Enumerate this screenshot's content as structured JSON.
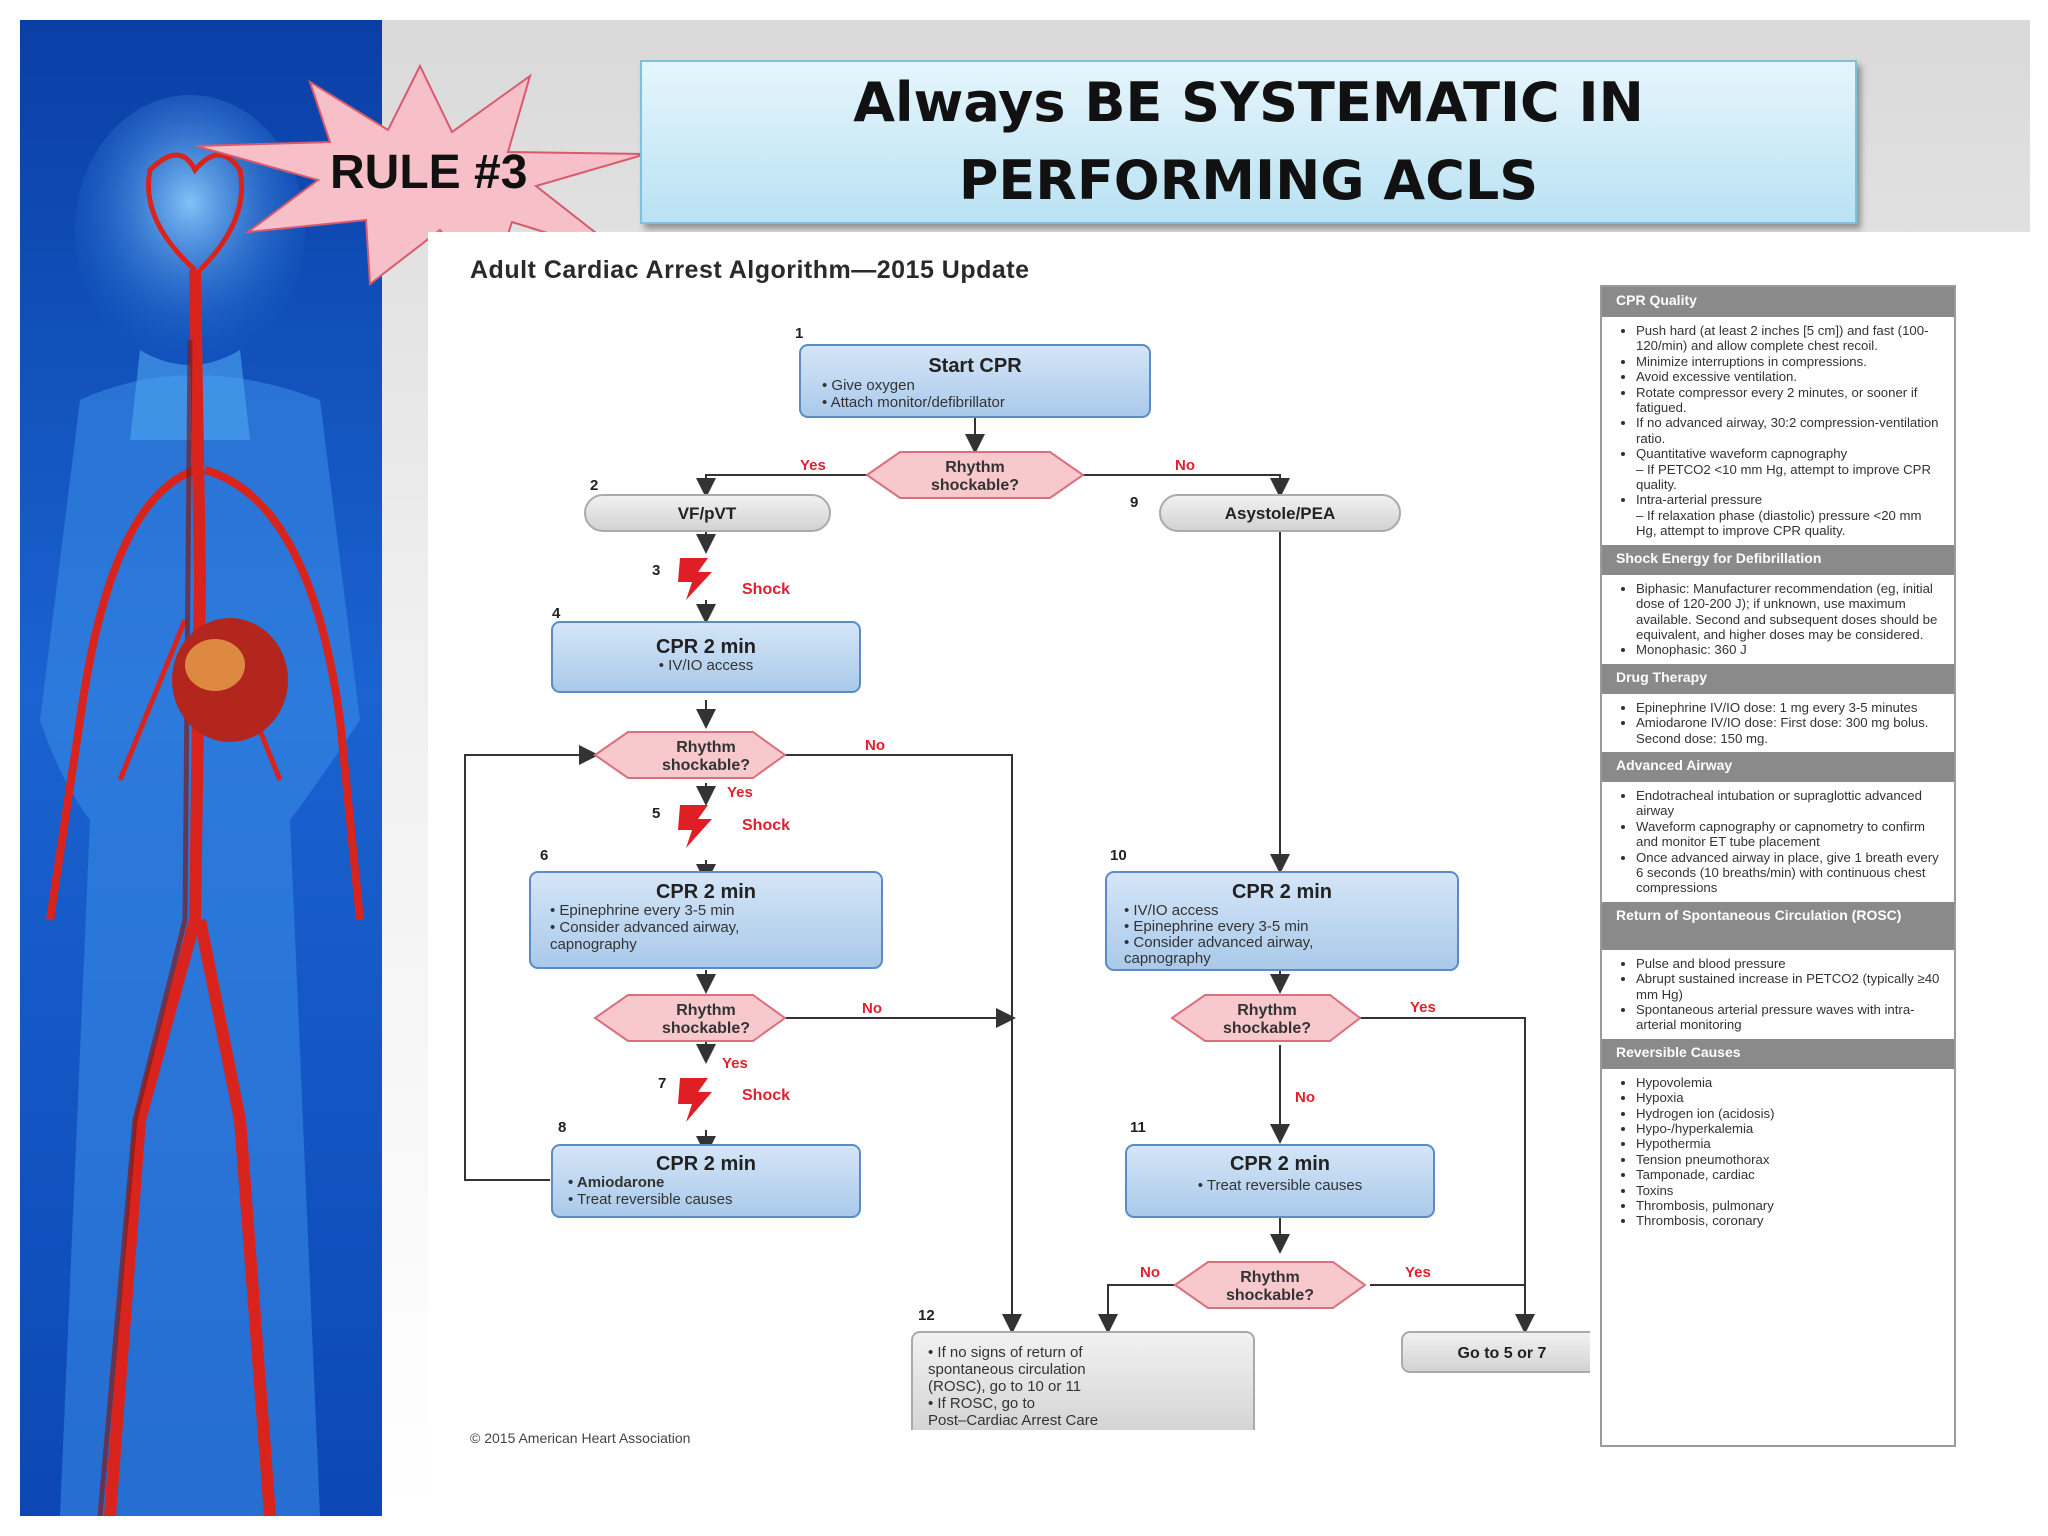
{
  "rule_label": "RULE #3",
  "title": "Always BE SYSTEMATIC IN PERFORMING ACLS",
  "algorithm_title": "Adult Cardiac Arrest Algorithm—2015 Update",
  "copyright": "© 2015 American Heart Association",
  "colors": {
    "box_fill": "#bcd7f0",
    "box_stroke": "#5b8cc6",
    "diamond_fill": "#f7c9cd",
    "diamond_stroke": "#d9707b",
    "label_red": "#e0202e",
    "bolt": "#e01e26",
    "side_header": "#8a8a8a"
  },
  "flow": {
    "step_numbers": [
      "1",
      "2",
      "3",
      "4",
      "5",
      "6",
      "7",
      "8",
      "9",
      "10",
      "11",
      "12"
    ],
    "start": {
      "title": "Start CPR",
      "lines": [
        "•  Give oxygen",
        "•  Attach monitor/defibrillator"
      ]
    },
    "decision": [
      "Rhythm",
      "shockable?"
    ],
    "yes": "Yes",
    "no": "No",
    "shock": "Shock",
    "vf": "VF/pVT",
    "asystole": "Asystole/PEA",
    "cpr": "CPR 2 min",
    "box4_lines": [
      "•  IV/IO access"
    ],
    "box6_lines": [
      "•  Epinephrine every 3-5 min",
      "•  Consider advanced airway,",
      "    capnography"
    ],
    "box8_lines": [
      "•  Amiodarone",
      "•  Treat reversible causes"
    ],
    "box10_lines": [
      "•  IV/IO access",
      "•  Epinephrine every 3-5 min",
      "•  Consider advanced airway,",
      "    capnography"
    ],
    "box11_lines": [
      "•  Treat reversible causes"
    ],
    "box12_lines": [
      "•  If no signs of return of",
      "    spontaneous circulation",
      "    (ROSC), go to 10 or 11",
      "•  If ROSC, go to",
      "    Post–Cardiac Arrest Care"
    ],
    "goto": "Go to 5 or 7"
  },
  "side": {
    "cpr_quality": {
      "header": "CPR Quality",
      "items": [
        "Push hard (at least 2 inches [5 cm]) and fast (100-120/min) and allow complete chest recoil.",
        "Minimize interruptions in compressions.",
        "Avoid excessive ventilation.",
        "Rotate compressor every 2 minutes, or sooner if fatigued.",
        "If no advanced airway, 30:2 compression-ventilation ratio.",
        "Quantitative waveform capnography",
        "– If PETCO2 <10 mm Hg, attempt to improve CPR quality.",
        "Intra-arterial pressure",
        "– If relaxation phase (diastolic) pressure <20 mm Hg, attempt to improve CPR quality."
      ]
    },
    "shock_energy": {
      "header": "Shock Energy for Defibrillation",
      "items": [
        "Biphasic: Manufacturer recommendation (eg, initial dose of 120-200 J); if unknown, use maximum available. Second and subsequent doses should be equivalent, and higher doses may be considered.",
        "Monophasic: 360 J"
      ]
    },
    "drug_therapy": {
      "header": "Drug Therapy",
      "items": [
        "Epinephrine IV/IO dose: 1 mg every 3-5 minutes",
        "Amiodarone IV/IO dose: First dose: 300 mg bolus. Second dose: 150 mg."
      ]
    },
    "advanced_airway": {
      "header": "Advanced Airway",
      "items": [
        "Endotracheal intubation or supraglottic advanced airway",
        "Waveform capnography or capnometry to confirm and monitor ET tube placement",
        "Once advanced airway in place, give 1 breath every 6 seconds (10 breaths/min) with continuous chest compressions"
      ]
    },
    "rosc": {
      "header": "Return of Spontaneous Circulation (ROSC)",
      "items": [
        "Pulse and blood pressure",
        "Abrupt sustained increase in PETCO2 (typically ≥40 mm Hg)",
        "Spontaneous arterial pressure waves with intra-arterial monitoring"
      ]
    },
    "reversible_causes": {
      "header": "Reversible Causes",
      "items": [
        "Hypovolemia",
        "Hypoxia",
        "Hydrogen ion (acidosis)",
        "Hypo-/hyperkalemia",
        "Hypothermia",
        "Tension pneumothorax",
        "Tamponade, cardiac",
        "Toxins",
        "Thrombosis, pulmonary",
        "Thrombosis, coronary"
      ]
    }
  }
}
